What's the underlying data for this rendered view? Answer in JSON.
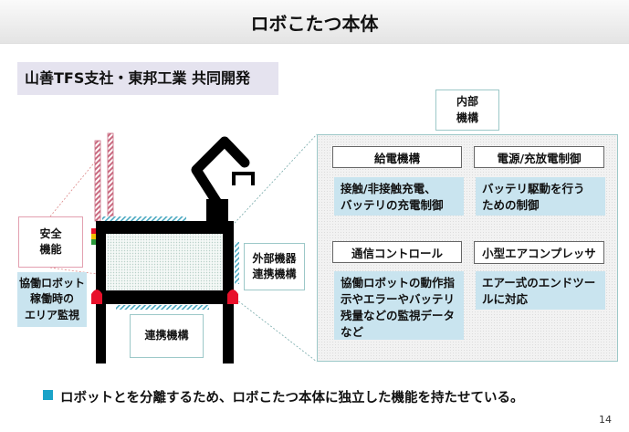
{
  "title": "ロボこたつ本体",
  "subtitle": "山善TFS支社・東邦工業 共同開発",
  "inner_label": "内部\n機構",
  "panel": {
    "cells": [
      {
        "header": "給電機構",
        "body": "接触/非接触充電、\nバッテリの充電制御"
      },
      {
        "header": "電源/充放電制御",
        "body": "バッテリ駆動を行う\nための制御"
      },
      {
        "header": "通信コントロール",
        "body": "協働ロボットの動作指\n示やエラーやバッテリ\n残量などの監視データ\nなど"
      },
      {
        "header": "小型エアコンプレッサ",
        "body": "エアー式のエンドツー\nルに対応"
      }
    ]
  },
  "diagram": {
    "safety": "安全\n機能",
    "area_monitor": "協働ロボット\n稼働時の\nエリア監視",
    "external": "外部機器\n連携機構",
    "link": "連携機構"
  },
  "note": "ロボットとを分離するため、ロボこたつ本体に独立した機能を持たせている。",
  "page_number": "14",
  "colors": {
    "accent": "#1aa3c8",
    "light_blue": "#c9e4ef",
    "red": "#e8102a"
  }
}
